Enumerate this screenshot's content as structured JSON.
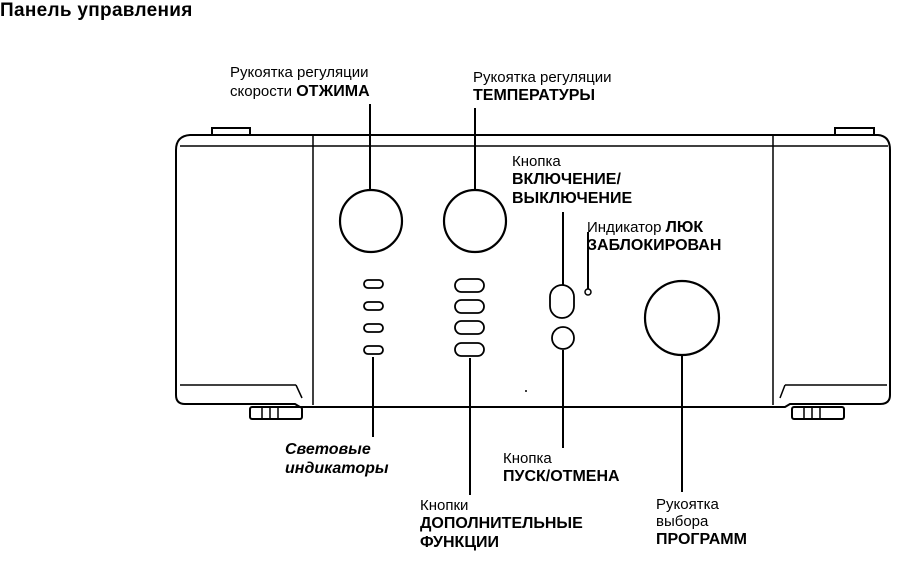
{
  "title": "Панель управления",
  "labels": {
    "spin": {
      "line1": "Рукоятка регуляции",
      "line2_prefix": "скорости",
      "line2_bold": "ОТЖИМА"
    },
    "temp": {
      "line1": "Рукоятка регуляции",
      "line2": "ТЕМПЕРАТУРЫ"
    },
    "power": {
      "line1": "Кнопка",
      "line2": "ВКЛЮЧЕНИЕ/",
      "line3": "ВЫКЛЮЧЕНИЕ"
    },
    "lock": {
      "line1_prefix": "Индикатор",
      "line1_bold": "ЛЮК",
      "line2": "ЗАБЛОКИРОВАН"
    },
    "lights": {
      "line1": "Световые",
      "line2": "индикаторы"
    },
    "start": {
      "line1": "Кнопка",
      "line2": "ПУСК/ОТМЕНА"
    },
    "extra": {
      "line1": "Кнопки",
      "line2": "ДОПОЛНИТЕЛЬНЫЕ",
      "line3": "ФУНКЦИИ"
    },
    "program": {
      "line1": "Рукоятка",
      "line2": "выбора",
      "line3": "ПРОГРАММ"
    }
  },
  "colors": {
    "ink": "#000000",
    "panel": "#ffffff"
  }
}
